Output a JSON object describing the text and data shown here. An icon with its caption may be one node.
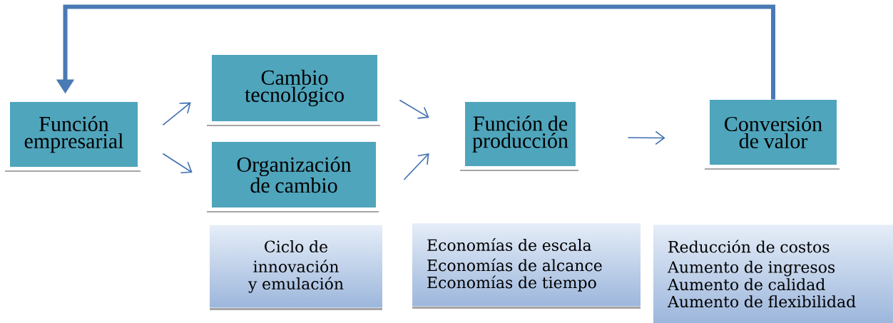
{
  "diagram": {
    "nodes": [
      {
        "text": [
          "Función empresarial"
        ]
      },
      {
        "text": [
          "Cambio tecnológico"
        ]
      },
      {
        "text": [
          "Organización de cambio"
        ]
      },
      {
        "text": [
          "Función de producción"
        ]
      },
      {
        "text": [
          "Conversión de valor"
        ]
      },
      {
        "text": [
          "Ciclo de innovación y emulación"
        ]
      },
      {
        "text": [
          "Economías de escala",
          "Economías de alcance",
          "Economías de tiempo"
        ]
      },
      {
        "text": [
          "Reducción de costos",
          "Aumento de ingresos",
          "Aumento de calidad",
          "Aumento de flexibilidad"
        ]
      }
    ],
    "edges": [
      {
        "from": 0,
        "to": 1,
        "arrow": "to"
      },
      {
        "from": 0,
        "to": 2,
        "arrow": "to"
      },
      {
        "from": 1,
        "to": 3,
        "arrow": "to"
      },
      {
        "from": 2,
        "to": 3,
        "arrow": "to"
      },
      {
        "from": 3,
        "to": 4,
        "arrow": "to"
      },
      {
        "from": 4,
        "to": 0,
        "arrow": "to",
        "style": "thick"
      }
    ]
  }
}
